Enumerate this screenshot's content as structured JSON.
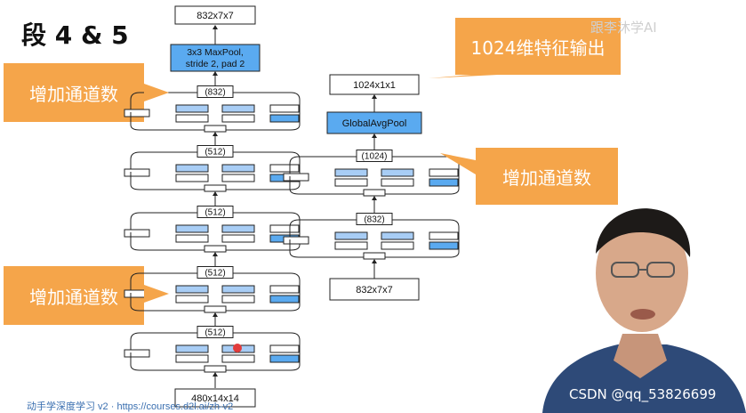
{
  "title": "段 4 & 5",
  "left_column": {
    "top_output": "832x7x7",
    "maxpool_line1": "3x3 MaxPool,",
    "maxpool_line2": "stride 2, pad 2",
    "inception_labels": [
      "(832)",
      "(512)",
      "(512)",
      "(512)",
      "(512)"
    ],
    "input": "480x14x14"
  },
  "right_column": {
    "output": "1024x1x1",
    "pool": "GlobalAvgPool",
    "inception_labels": [
      "(1024)",
      "(832)"
    ],
    "input": "832x7x7"
  },
  "callouts": {
    "top_left": "增加通道数",
    "bottom_left": "增加通道数",
    "right": "增加通道数",
    "top_right": "1024维特征输出"
  },
  "footer": "动手学深度学习 v2 · https://courses.d2l.ai/zh-v2",
  "brand": "跟李沐学AI",
  "watermark": "CSDN @qq_53826699",
  "colors": {
    "callout": "#f5a54a",
    "blue_box": "#5aaaf0",
    "light_blue": "#a8cdf5"
  }
}
